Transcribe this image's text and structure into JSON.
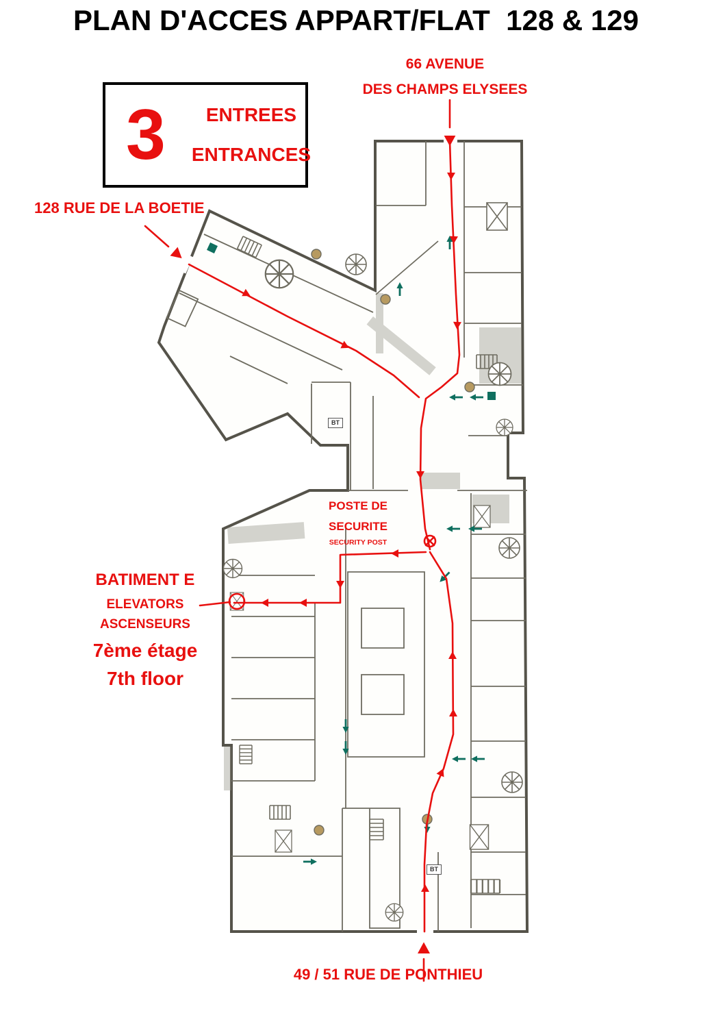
{
  "page": {
    "title": "PLAN D'ACCES APPART/FLAT  128 & 129"
  },
  "entrance_box": {
    "count": "3",
    "fr": "ENTREES",
    "en": "ENTRANCES"
  },
  "streets": {
    "avenue_line1": "66 AVENUE",
    "avenue_line2": "DES CHAMPS ELYSEES",
    "boetie": "128 RUE DE LA BOETIE",
    "ponthieu": "49 / 51 RUE DE PONTHIEU"
  },
  "security": {
    "line1": "POSTE DE",
    "line2": "SECURITE",
    "line3": "SECURITY POST"
  },
  "batiment": {
    "title": "BATIMENT E",
    "elevators": "ELEVATORS",
    "ascenseurs": "ASCENSEURS",
    "floor_fr": "7ème étage",
    "floor_en": "7th floor"
  },
  "misc": {
    "bt": "BT"
  },
  "colors": {
    "route_red": "#e8100f",
    "wall_gray": "#55534a",
    "interior_gray": "#6e6c60",
    "door_teal": "#0f6f5f",
    "column_tan": "#b79a60",
    "title_black": "#000000"
  }
}
